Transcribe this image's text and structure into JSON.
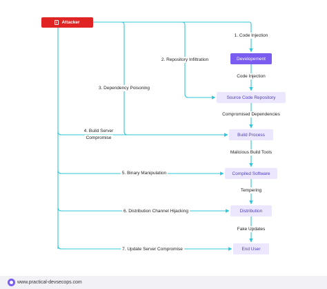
{
  "colors": {
    "line": "#32c4d8",
    "attacker_bg": "#e02424",
    "dev_bg": "#7b5cf0",
    "stage_bg": "#ece6ff",
    "stage_text": "#4b3fc7"
  },
  "attacker": {
    "label": "Attacker",
    "icon": "attacker-icon"
  },
  "nodes": {
    "developement": "Developement",
    "source_code_repository": "Source Code Repository",
    "build_process": "Build Process",
    "compiled_software": "Compiled Software",
    "distribution": "Distribution",
    "end_user": "End User"
  },
  "flow_labels": {
    "code_injection_dev": "Code Injection",
    "compromised_dependencies": "Compromised Dependencies",
    "malicious_build_tools": "Malicious Build Tools",
    "tempering": "Tempering",
    "fake_updates": "Fake Updates"
  },
  "attacks": {
    "a1": "1. Code Injection",
    "a2": "2. Repository Infiltration",
    "a3": "3. Dependency Poisoning",
    "a4_line1": "4. Build Server",
    "a4_line2": "Compromise",
    "a5": "5. Binary Manipulation",
    "a6": "6. Distribution Channel Hijacking",
    "a7": "7. Update Server Compromise"
  },
  "footer": {
    "text": "www.practical-devsecops.com",
    "icon": "devsecops-logo-icon"
  }
}
